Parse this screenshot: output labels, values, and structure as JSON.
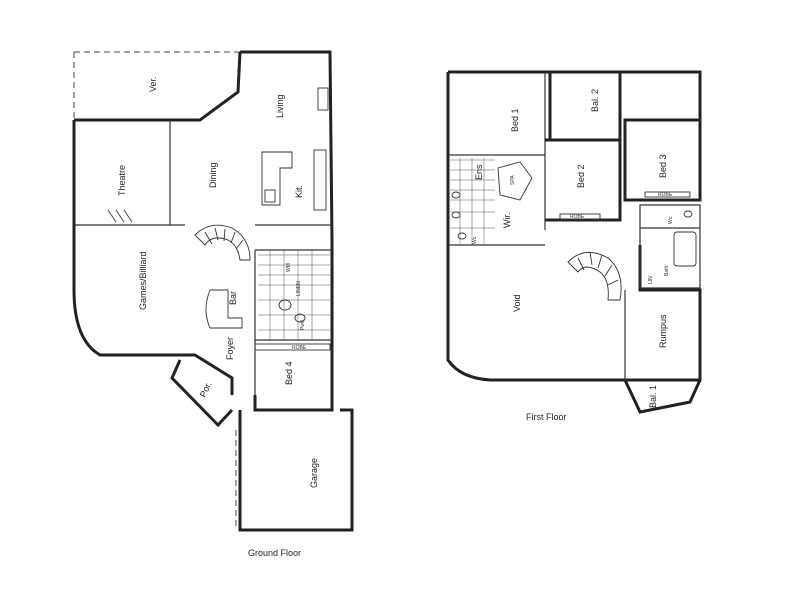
{
  "captions": {
    "ground": "Ground Floor",
    "first": "First Floor"
  },
  "ground_rooms": {
    "ver": "Ver.",
    "living": "Living",
    "theatre": "Theatre",
    "dining": "Dining",
    "kit": "Kit.",
    "games": "Games/Billiard",
    "bar": "Bar",
    "foyer": "Foyer",
    "por": "Por.",
    "bed4": "Bed 4",
    "garage": "Garage",
    "pwd": "Pwd."
  },
  "first_rooms": {
    "bed1": "Bed 1",
    "bal2": "Bal. 2",
    "bed2": "Bed 2",
    "bed3": "Bed 3",
    "ens": "Ens",
    "spa": "SPA",
    "wir": "Wir.",
    "void": "Void",
    "rumpus": "Rumpus",
    "bath": "Bath",
    "bal1": "Bal. 1",
    "wc1": "Wc.",
    "wc2": "Wc."
  },
  "fixtures": {
    "robe": "ROBE",
    "linen": "LINEN",
    "wm": "WM",
    "lin": "LIN"
  }
}
